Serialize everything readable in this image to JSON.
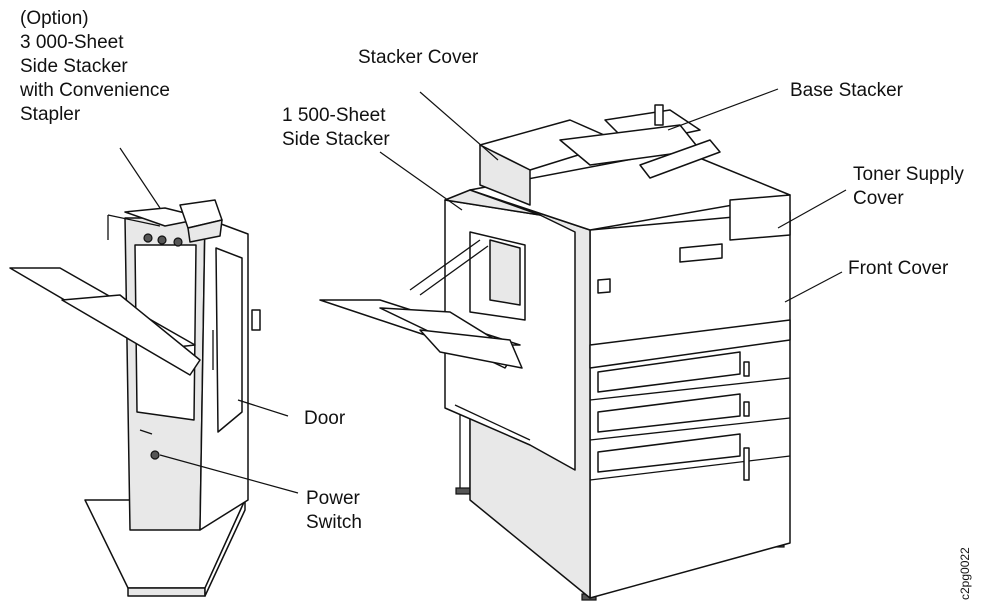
{
  "labels": {
    "option_stacker": [
      "(Option)",
      "3 000-Sheet",
      "Side Stacker",
      "with Convenience",
      "Stapler"
    ],
    "stacker_cover": "Stacker Cover",
    "base_stacker": "Base Stacker",
    "side_stacker_1500": [
      "1 500-Sheet",
      "Side Stacker"
    ],
    "toner_supply_cover": [
      "Toner Supply",
      "Cover"
    ],
    "front_cover": "Front Cover",
    "door": "Door",
    "power_switch": [
      "Power",
      "Switch"
    ],
    "figure_id": "c2pg0022"
  }
}
